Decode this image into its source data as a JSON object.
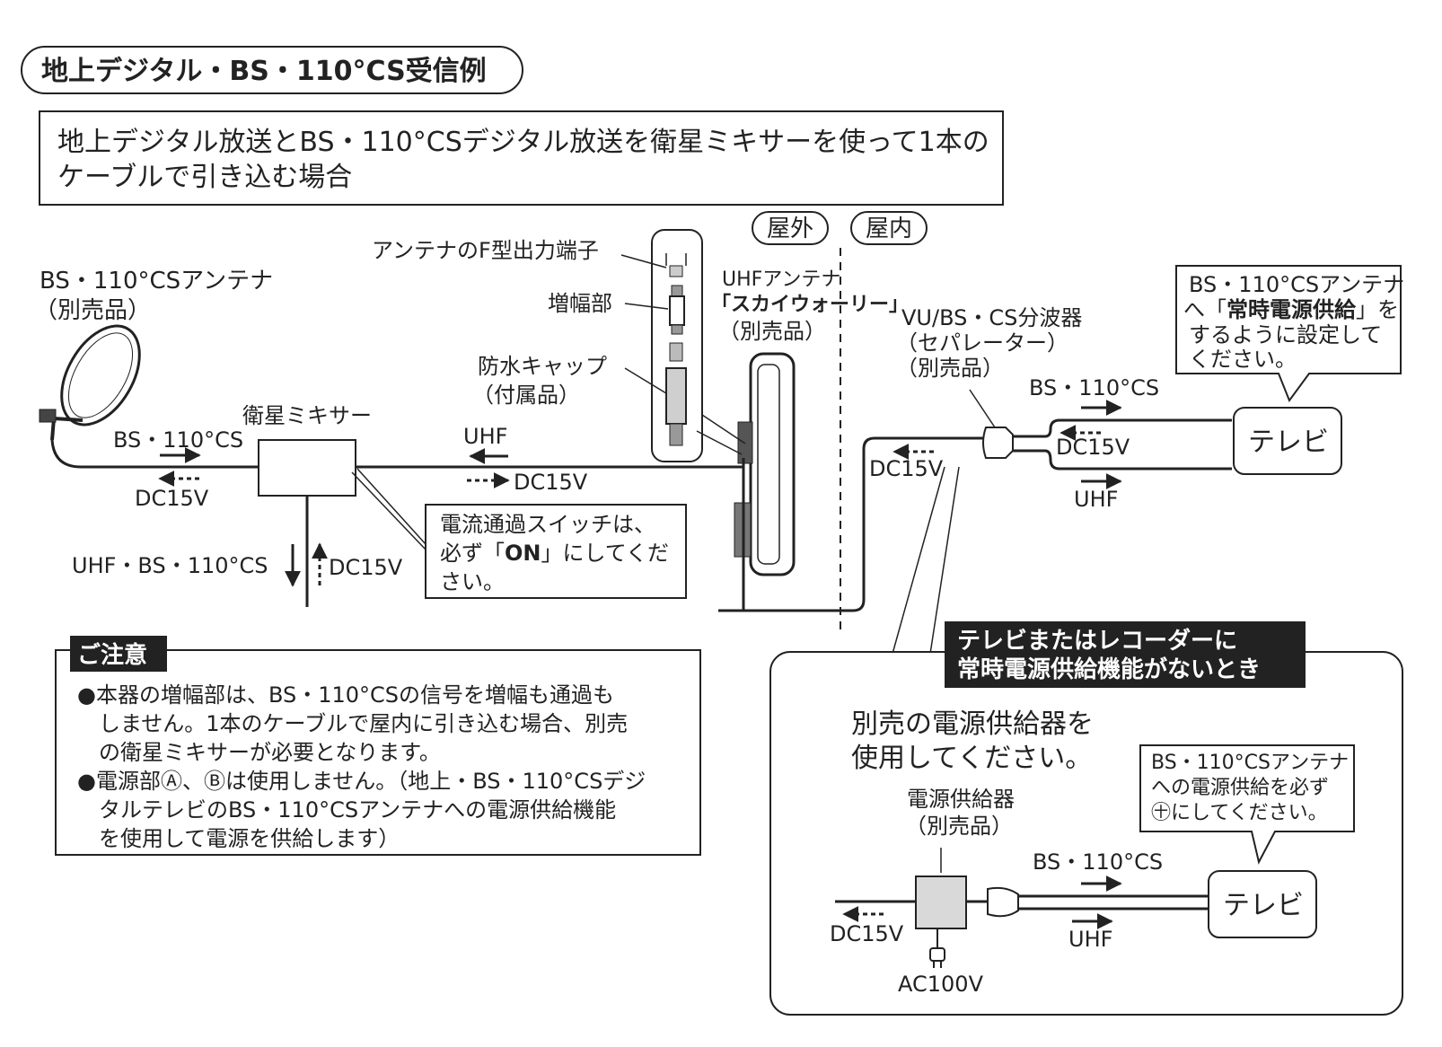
{
  "title": "地上デジタル・BS・110°CS受信例",
  "intro": {
    "line1": "地上デジタル放送とBS・110°CSデジタル放送を衛星ミキサーを使って1本の",
    "line2": "ケーブルで引き込む場合"
  },
  "zones": {
    "outdoor": "屋外",
    "indoor": "屋内"
  },
  "bs_antenna": {
    "name": "BS・110°CSアンテナ",
    "sub": "（別売品）"
  },
  "uhf_antenna": {
    "line1": "UHFアンテナ",
    "line2": "「スカイウォーリー」",
    "line3": "（別売品）",
    "f_terminal": "アンテナのF型出力端子",
    "amplifier": "増幅部",
    "cap1": "防水キャップ",
    "cap2": "（付属品）"
  },
  "mixer": {
    "name": "衛星ミキサー",
    "in_bs": "BS・110°CS",
    "in_dc": "DC15V",
    "uhf": "UHF",
    "uhf_dc": "DC15V",
    "out": "UHF・BS・110°CS",
    "out_dc": "DC15V"
  },
  "switch_note": {
    "line1": "電流通過スイッチは、",
    "line2_a": "必ず「",
    "line2_b": "ON",
    "line2_c": "」にしてくだ",
    "line3": "さい。"
  },
  "caution": {
    "header": "ご注意",
    "lines": [
      "●本器の増幅部は、BS・110°CSの信号を増幅も通過も",
      "　しません。1本のケーブルで屋内に引き込む場合、別売",
      "　の衛星ミキサーが必要となります。",
      "●電源部Ⓐ、Ⓑは使用しません。（地上・BS・110°CSデジ",
      "　タルテレビのBS・110°CSアンテナへの電源供給機能",
      "　を使用して電源を供給します）"
    ]
  },
  "separator": {
    "line1": "VU/BS・CS分波器",
    "line2": "（セパレーター）",
    "line3": "（別売品）",
    "dc": "DC15V",
    "bs": "BS・110°CS",
    "dc2": "DC15V",
    "uhf": "UHF"
  },
  "tv": {
    "label": "テレビ"
  },
  "tv_callout": {
    "line1": "BS・110°CSアンテナ",
    "line2_a": "へ「",
    "line2_b": "常時電源供給",
    "line2_c": "」を",
    "line3": "するように設定して",
    "line4": "ください。"
  },
  "no_power": {
    "header1": "テレビまたはレコーダーに",
    "header2": "常時電源供給機能がないとき",
    "desc1": "別売の電源供給器を",
    "desc2": "使用してください。",
    "supply1": "電源供給器",
    "supply2": "（別売品）",
    "dc": "DC15V",
    "ac": "AC100V",
    "bs": "BS・110°CS",
    "uhf": "UHF",
    "tv": "テレビ",
    "callout1": "BS・110°CSアンテナ",
    "callout2": "への電源供給を必ず",
    "callout3": "㊉にしてください。"
  },
  "colors": {
    "ink": "#222222",
    "box_fill": "#ffffff",
    "dark_bg": "#222222",
    "gray": "#d9d9d9"
  }
}
